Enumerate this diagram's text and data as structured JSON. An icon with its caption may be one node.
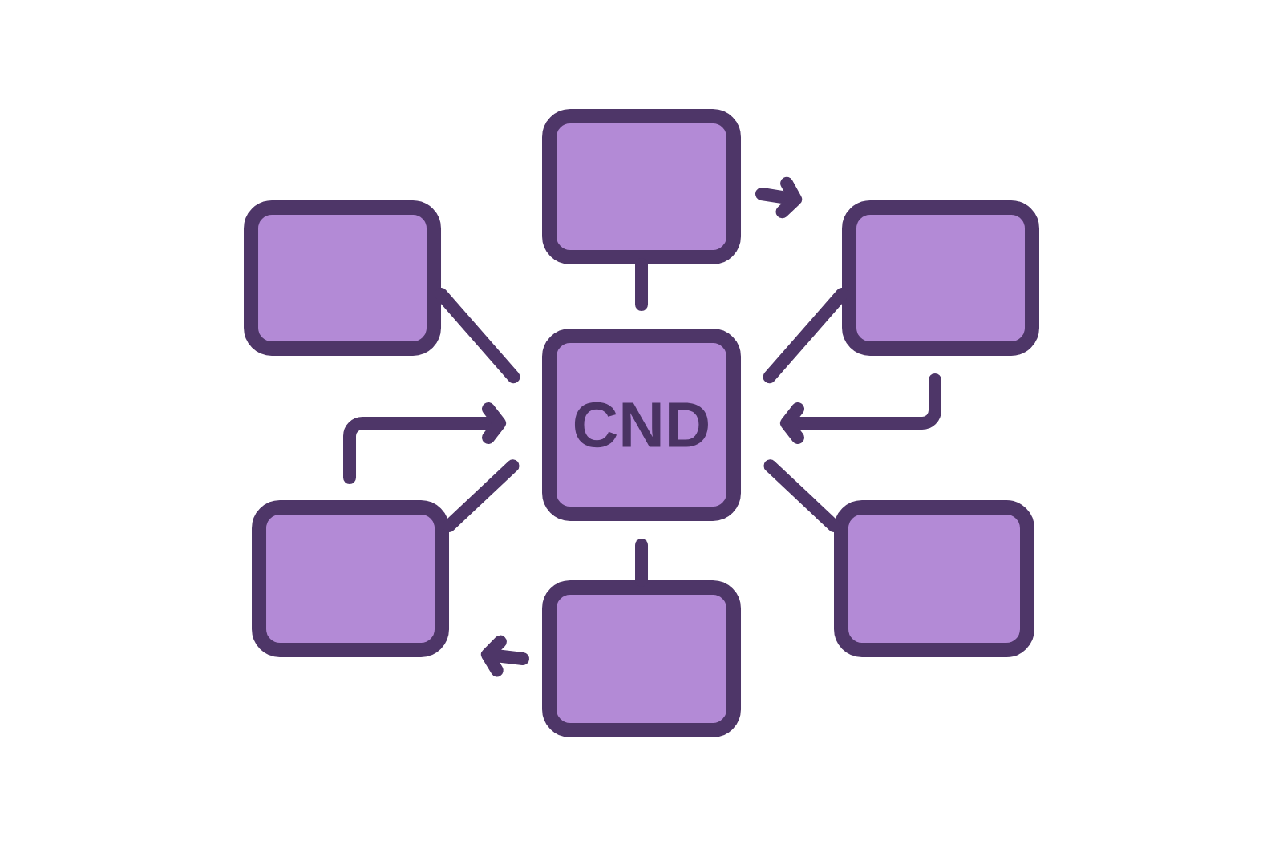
{
  "diagram": {
    "nodes": [
      {
        "text": [],
        "shape": "box"
      },
      {
        "text": [],
        "shape": "box"
      },
      {
        "text": [],
        "shape": "box"
      },
      {
        "text": [
          "CND"
        ]
      },
      {
        "text": [],
        "shape": "box"
      },
      {
        "text": [],
        "shape": "box"
      },
      {
        "text": [],
        "shape": "box"
      }
    ],
    "edges": [
      {
        "from": 0,
        "to": 3,
        "arrow": "none"
      },
      {
        "from": 1,
        "to": 3,
        "arrow": "none"
      },
      {
        "from": 2,
        "to": 3,
        "arrow": "none"
      },
      {
        "from": null,
        "to": 3,
        "arrow": "to"
      },
      {
        "from": null,
        "to": 3,
        "arrow": "to"
      },
      {
        "from": 4,
        "to": 3,
        "arrow": "none"
      },
      {
        "from": 5,
        "to": 3,
        "arrow": "none"
      },
      {
        "from": 6,
        "to": 3,
        "arrow": "none"
      }
    ]
  }
}
